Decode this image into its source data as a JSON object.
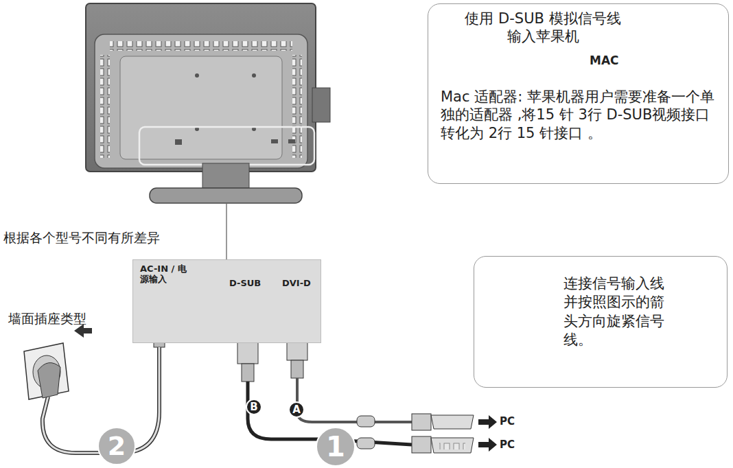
{
  "diagram": {
    "nodes": [
      {
        "text": [
          "使用 D-SUB 模拟信号线 输入苹果机",
          "MAC",
          "Mac 适配器: 苹果机器用户需要准备一个单独的适配器 ,将15 针 3行 D-SUB视频接口转化为 2行 15 针接口 。"
        ]
      },
      {
        "text": [
          "连接信号输入线并按照图示的箭头方向旋紧信号线。"
        ]
      },
      {
        "text": [
          "AC-IN / 电源输入",
          "D-SUB",
          "DVI-D"
        ]
      },
      {
        "text": [
          "B"
        ]
      },
      {
        "text": [
          "A"
        ]
      },
      {
        "text": [
          "2"
        ]
      },
      {
        "text": [
          "1"
        ]
      }
    ],
    "labels": [
      "根据各个型号不同有所差异",
      "墙面插座类型",
      "PC",
      "PC"
    ]
  }
}
